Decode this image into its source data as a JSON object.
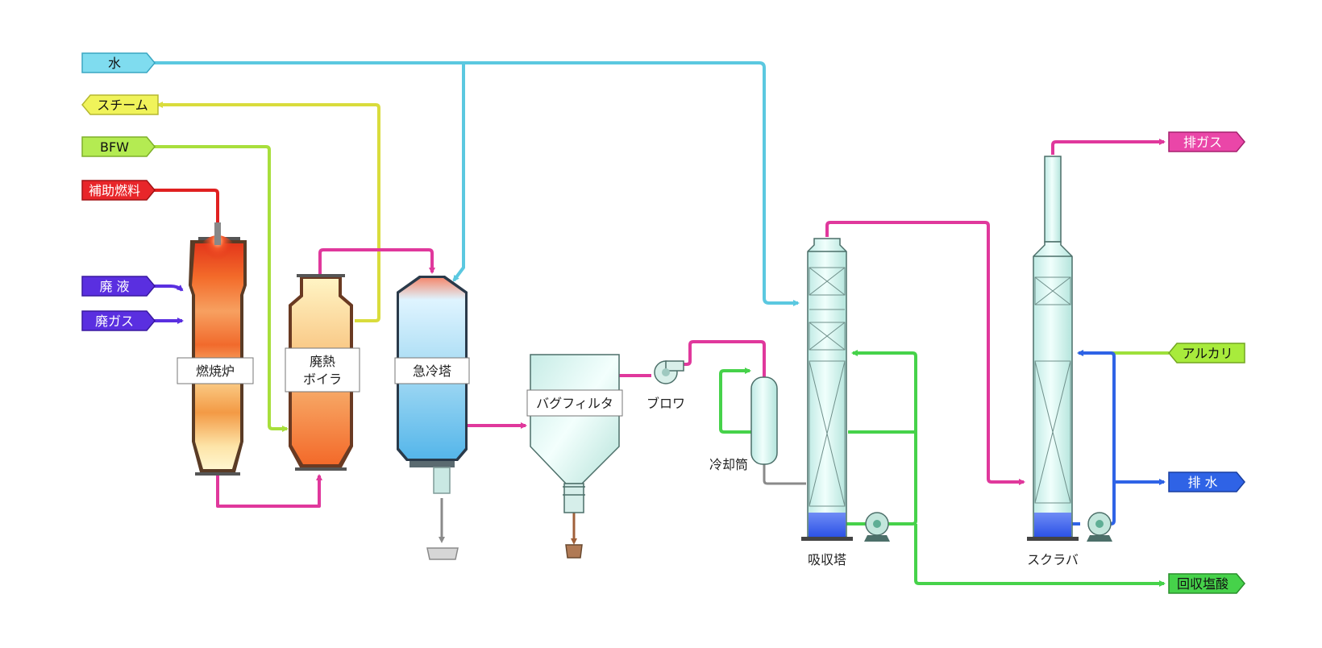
{
  "colors": {
    "water": "#5bc8e0",
    "steam": "#e2e64a",
    "bfw": "#a8df3c",
    "fuel": "#e02020",
    "waste": "#5a2fe0",
    "gas": "#e0389c",
    "acid": "#46d24a",
    "alkali": "#9ee03a",
    "drain": "#2f63e6",
    "gray": "#8a8a8a"
  },
  "streams": {
    "water": "水",
    "steam": "スチーム",
    "bfw": "BFW",
    "aux_fuel": "補助燃料",
    "waste_liquid": "廃 液",
    "waste_gas": "廃ガス",
    "exhaust_gas": "排ガス",
    "alkali": "アルカリ",
    "drain": "排 水",
    "recovered_hcl": "回収塩酸"
  },
  "equipment": {
    "incinerator": "燃焼炉",
    "boiler_line1": "廃熱",
    "boiler_line2": "ボイラ",
    "quench": "急冷塔",
    "bag_filter": "バグフィルタ",
    "blower": "ブロワ",
    "cooler": "冷却筒",
    "absorber": "吸収塔",
    "scrubber": "スクラバ"
  }
}
